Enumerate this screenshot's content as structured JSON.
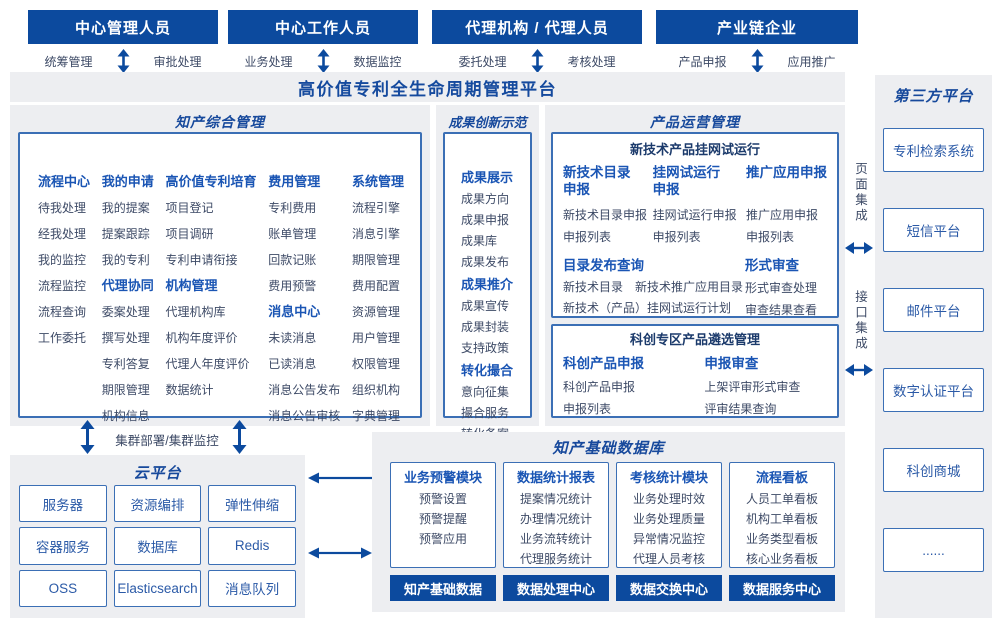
{
  "actors": [
    {
      "title": "中心管理人员",
      "labels": [
        "统筹管理",
        "审批处理"
      ]
    },
    {
      "title": "中心工作人员",
      "labels": [
        "业务处理",
        "数据监控"
      ]
    },
    {
      "title": "代理机构 / 代理人员",
      "labels": [
        "委托处理",
        "考核处理"
      ]
    },
    {
      "title": "产业链企业",
      "labels": [
        "产品申报",
        "应用推广"
      ]
    }
  ],
  "platform_title": "高价值专利全生命周期管理平台",
  "ip_management": {
    "title": "知产综合管理",
    "col1": {
      "g1": {
        "header": "流程中心",
        "items": [
          "待我处理",
          "经我处理",
          "我的监控",
          "流程监控",
          "流程查询",
          "工作委托"
        ]
      }
    },
    "col2": {
      "g1": {
        "header": "我的申请",
        "items": [
          "我的提案",
          "提案跟踪",
          "我的专利"
        ]
      },
      "g2": {
        "header": "代理协同",
        "items": [
          "委案处理",
          "撰写处理",
          "专利答复",
          "期限管理",
          "机构信息"
        ]
      }
    },
    "col3": {
      "g1": {
        "header": "高价值专利培育",
        "items": [
          "项目登记",
          "项目调研",
          "专利申请衔接"
        ]
      },
      "g2": {
        "header": "机构管理",
        "items": [
          "代理机构库",
          "机构年度评价",
          "代理人年度评价",
          "数据统计"
        ]
      }
    },
    "col4": {
      "g1": {
        "header": "费用管理",
        "items": [
          "专利费用",
          "账单管理",
          "回款记账",
          "费用预警"
        ]
      },
      "g2": {
        "header": "消息中心",
        "items": [
          "未读消息",
          "已读消息",
          "消息公告发布",
          "消息公告审核"
        ]
      }
    },
    "col5": {
      "g1": {
        "header": "系统管理",
        "items": [
          "流程引擎",
          "消息引擎",
          "期限管理",
          "费用配置",
          "资源管理",
          "用户管理",
          "权限管理",
          "组织机构",
          "字典管理"
        ]
      }
    }
  },
  "achievements": {
    "title": "成果创新示范",
    "g1": {
      "header": "成果展示",
      "items": [
        "成果方向",
        "成果申报",
        "成果库",
        "成果发布"
      ]
    },
    "g2": {
      "header": "成果推介",
      "items": [
        "成果宣传",
        "成果封装",
        "支持政策"
      ]
    },
    "g3": {
      "header": "转化撮合",
      "items": [
        "意向征集",
        "撮合服务",
        "转化备案"
      ]
    }
  },
  "product_ops": {
    "title": "产品运营管理",
    "trial": {
      "title": "新技术产品挂网试运行",
      "g1": {
        "header": "新技术目录申报",
        "items": [
          "新技术目录申报",
          "申报列表"
        ]
      },
      "g2": {
        "header": "挂网试运行申报",
        "items": [
          "挂网试运行申报",
          "申报列表"
        ]
      },
      "g3": {
        "header": "推广应用申报",
        "items": [
          "推广应用申报",
          "申报列表"
        ]
      },
      "g4": {
        "header": "目录发布查询",
        "items": [
          "新技术目录",
          "新技术推广应用目录",
          "新技术（产品）挂网试运行计划"
        ]
      },
      "g5": {
        "header": "形式审查",
        "items": [
          "形式审查处理",
          "审查结果查看"
        ]
      }
    },
    "selection": {
      "title": "科创专区产品遴选管理",
      "g1": {
        "header": "科创产品申报",
        "items": [
          "科创产品申报",
          "申报列表"
        ]
      },
      "g2": {
        "header": "申报审查",
        "items": [
          "上架评审形式审查",
          "评审结果查询"
        ]
      }
    }
  },
  "cluster_label": "集群部署/集群监控",
  "cloud": {
    "title": "云平台",
    "boxes": [
      "服务器",
      "资源编排",
      "弹性伸缩",
      "容器服务",
      "数据库",
      "Redis",
      "OSS",
      "Elasticsearch",
      "消息队列"
    ]
  },
  "ip_database": {
    "title": "知产基础数据库",
    "m1": {
      "header": "业务预警模块",
      "items": [
        "预警设置",
        "预警提醒",
        "预警应用"
      ]
    },
    "m2": {
      "header": "数据统计报表",
      "items": [
        "提案情况统计",
        "办理情况统计",
        "业务流转统计",
        "代理服务统计"
      ]
    },
    "m3": {
      "header": "考核统计模块",
      "items": [
        "业务处理时效",
        "业务处理质量",
        "异常情况监控",
        "代理人员考核"
      ]
    },
    "m4": {
      "header": "流程看板",
      "items": [
        "人员工单看板",
        "机构工单看板",
        "业务类型看板",
        "核心业务看板"
      ]
    },
    "centers": [
      "知产基础数据",
      "数据处理中心",
      "数据交换中心",
      "数据服务中心"
    ]
  },
  "third_party": {
    "title": "第三方平台",
    "boxes": [
      "专利检索系统",
      "短信平台",
      "邮件平台",
      "数字认证平台",
      "科创商城",
      "......"
    ]
  },
  "integration": {
    "page": "页面集成",
    "api": "接口集成"
  },
  "colors": {
    "primary": "#0c4a9e",
    "box_border": "#3b6fb5",
    "group_header": "#1a55b4",
    "item_text": "#3d4a66",
    "panel_bg": "#edeef1"
  }
}
